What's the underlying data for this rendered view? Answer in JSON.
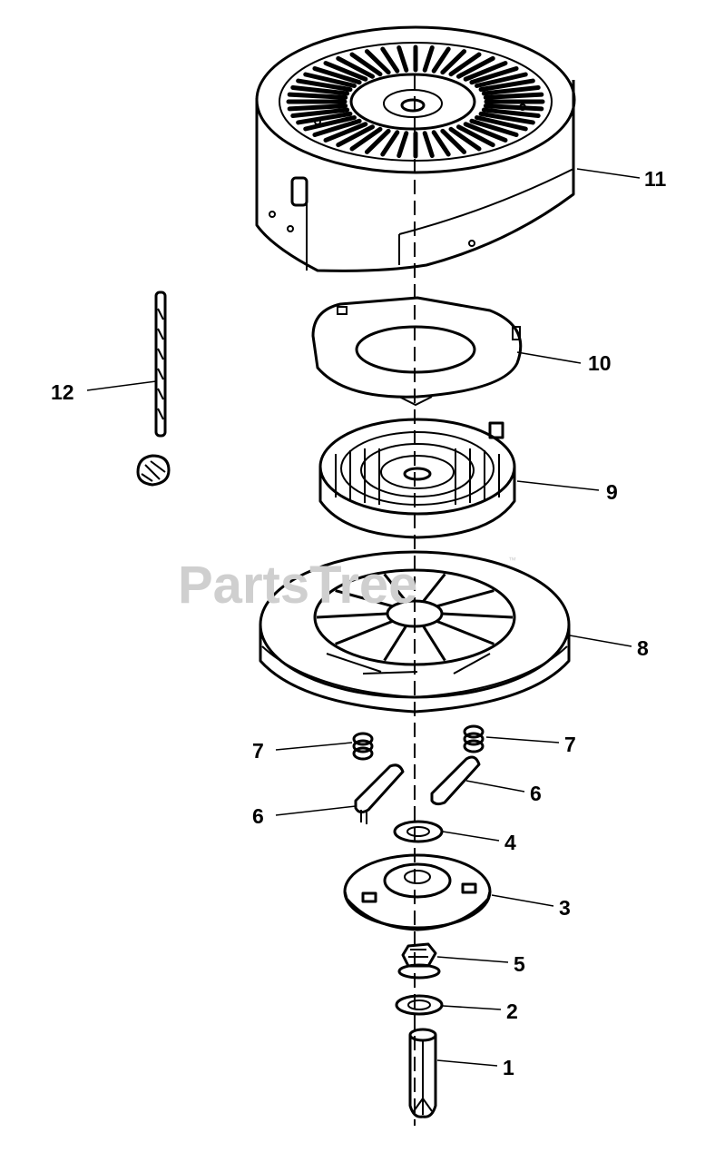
{
  "watermark": {
    "text": "PartsTree",
    "trademark": "™"
  },
  "callouts": {
    "p11": "11",
    "p10": "10",
    "p12": "12",
    "p9": "9",
    "p8": "8",
    "p7a": "7",
    "p7b": "7",
    "p6a": "6",
    "p6b": "6",
    "p4": "4",
    "p3": "3",
    "p5": "5",
    "p2": "2",
    "p1": "1"
  }
}
